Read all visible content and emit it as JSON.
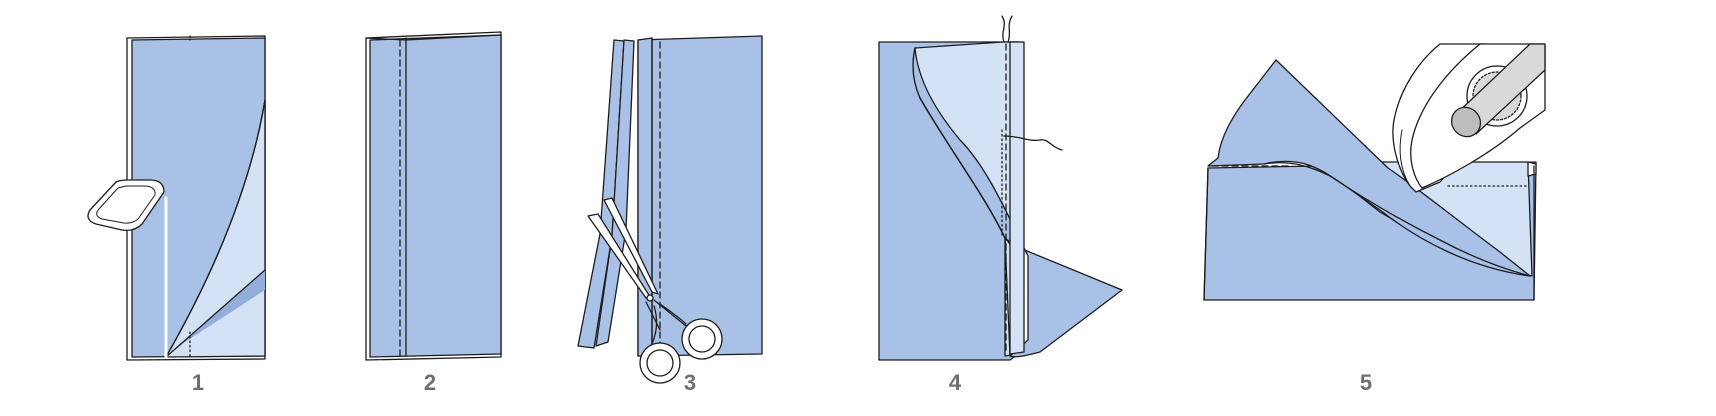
{
  "colors": {
    "fabric": "#a9c1e6",
    "fabric_light": "#d3e3f5",
    "fabric_shadow": "#93aedb",
    "outline": "#1c1c1c",
    "label": "#6f6f6f",
    "background": "#ffffff"
  },
  "icons": {
    "chalk": "chalk-marker-icon",
    "scissors": "scissors-icon",
    "thread": "thread-icon",
    "iron": "iron-icon"
  },
  "steps": [
    {
      "label": "1"
    },
    {
      "label": "2"
    },
    {
      "label": "3"
    },
    {
      "label": "4"
    },
    {
      "label": "5"
    }
  ]
}
